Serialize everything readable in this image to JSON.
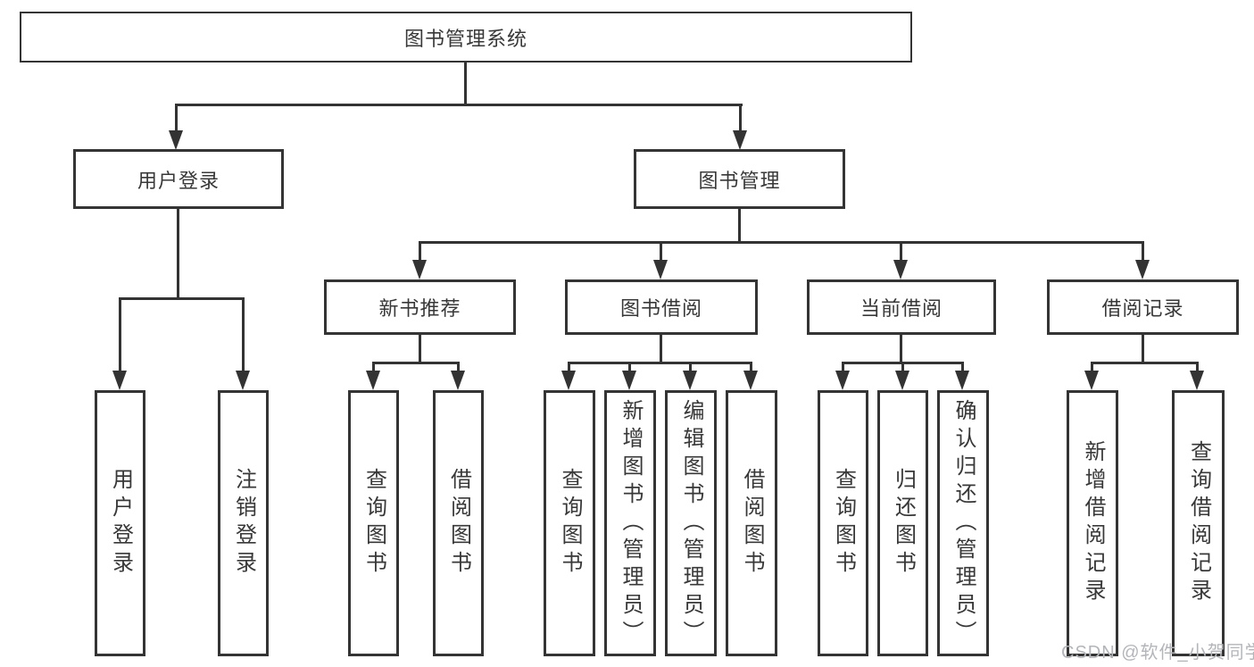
{
  "tree": {
    "root": {
      "label": "图书管理系统"
    },
    "branches": [
      {
        "label": "用户登录",
        "children": [
          {
            "label": "用户登录"
          },
          {
            "label": "注销登录"
          }
        ]
      },
      {
        "label": "图书管理",
        "children": [
          {
            "label": "新书推荐",
            "children": [
              {
                "label": "查询图书"
              },
              {
                "label": "借阅图书"
              }
            ]
          },
          {
            "label": "图书借阅",
            "children": [
              {
                "label": "查询图书"
              },
              {
                "label": "新增图书（管理员）"
              },
              {
                "label": "编辑图书（管理员）"
              },
              {
                "label": "借阅图书"
              }
            ]
          },
          {
            "label": "当前借阅",
            "children": [
              {
                "label": "查询图书"
              },
              {
                "label": "归还图书"
              },
              {
                "label": "确认归还（管理员）"
              }
            ]
          },
          {
            "label": "借阅记录",
            "children": [
              {
                "label": "新增借阅记录"
              },
              {
                "label": "查询借阅记录"
              }
            ]
          }
        ]
      }
    ]
  },
  "watermark": {
    "text": "CSDN @软件_小贺同学"
  },
  "colors": {
    "line": "#333333",
    "box_border": "#343434",
    "text": "#383838",
    "background": "#ffffff",
    "watermark": "#b3b5b9"
  }
}
